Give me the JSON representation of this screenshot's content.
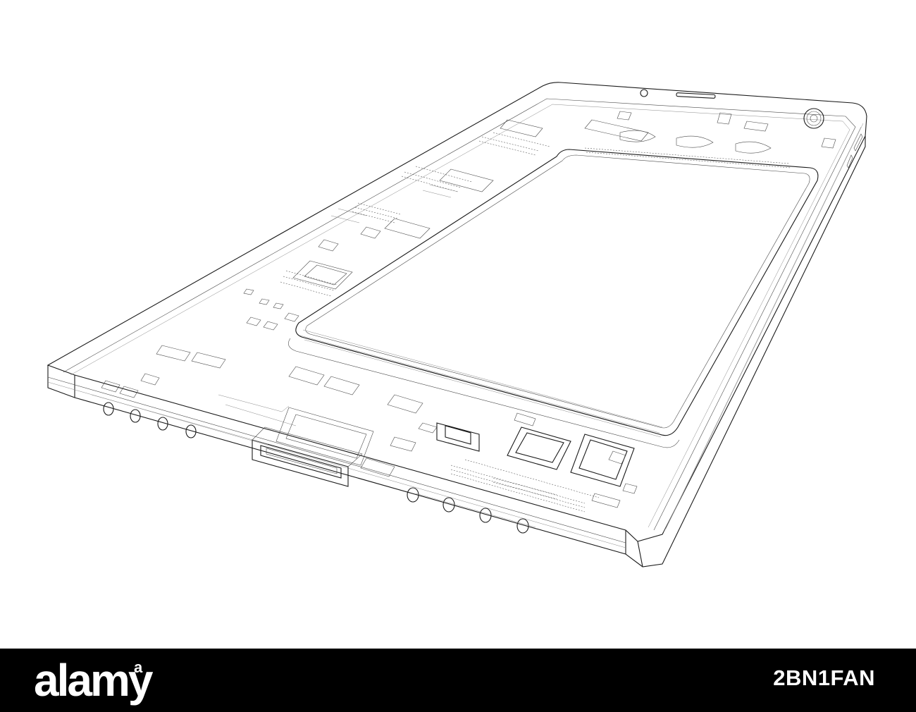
{
  "image": {
    "subject": "smartphone-wireframe",
    "line_color": "#1a1a1a",
    "background_color": "#ffffff"
  },
  "footer": {
    "background_color": "#000000",
    "logo_text": "alamy",
    "logo_mark": "a",
    "stock_id": "2BN1FAN"
  }
}
